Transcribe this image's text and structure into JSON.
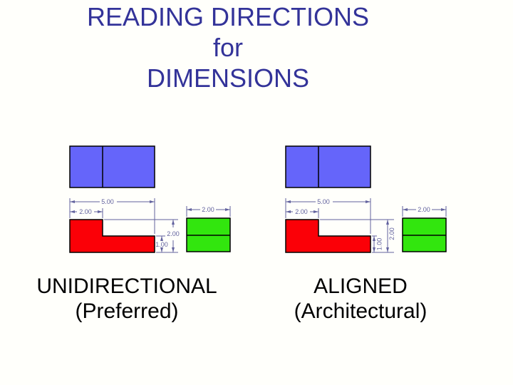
{
  "title": {
    "line1": "READING DIRECTIONS",
    "line2": "for",
    "line3": "DIMENSIONS"
  },
  "colors": {
    "background": "#fffffb",
    "title-text": "#333399",
    "caption-text": "#000000",
    "outline": "#000000",
    "top-view-fill": "#6565fa",
    "front-view-fill": "#fb0007",
    "side-view-fill": "#32e60e",
    "dimension": "#62629e"
  },
  "drawings": {
    "left": {
      "style": "unidirectional",
      "dims": {
        "overall_length": "5.00",
        "step_length": "2.00",
        "overall_height": "2.00",
        "step_height": "1.00",
        "depth": "2.00"
      },
      "caption": {
        "line1": "UNIDIRECTIONAL",
        "line2": "(Preferred)"
      }
    },
    "right": {
      "style": "aligned",
      "dims": {
        "overall_length": "5.00",
        "step_length": "2.00",
        "overall_height": "2.00",
        "step_height": "1.00",
        "depth": "2.00"
      },
      "caption": {
        "line1": "ALIGNED",
        "line2": "(Architectural)"
      }
    }
  }
}
